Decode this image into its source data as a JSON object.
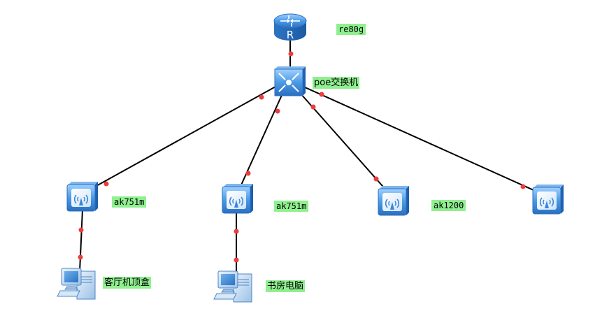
{
  "nodes": {
    "router": {
      "label": "re80g",
      "icon": "router-icon"
    },
    "switch": {
      "label": "poe交换机",
      "icon": "switch-icon"
    },
    "ap1": {
      "label": "ak751m",
      "icon": "wireless-ap-icon"
    },
    "ap2": {
      "label": "ak751m",
      "icon": "wireless-ap-icon"
    },
    "ap3": {
      "label": "ak1200",
      "icon": "wireless-ap-icon"
    },
    "ap4": {
      "label": "",
      "icon": "wireless-ap-icon"
    },
    "pc1": {
      "label": "客厅机顶盒",
      "icon": "pc-icon"
    },
    "pc2": {
      "label": "书房电脑",
      "icon": "pc-icon"
    }
  },
  "links": [
    [
      "router",
      "switch"
    ],
    [
      "switch",
      "ap1"
    ],
    [
      "switch",
      "ap2"
    ],
    [
      "switch",
      "ap3"
    ],
    [
      "switch",
      "ap4"
    ],
    [
      "ap1",
      "pc1"
    ],
    [
      "ap2",
      "pc2"
    ]
  ],
  "colors": {
    "label_bg": "#8ff08f",
    "link": "#000000",
    "port_dot": "#ee3b3b",
    "device_blue": "#3b86d8"
  }
}
